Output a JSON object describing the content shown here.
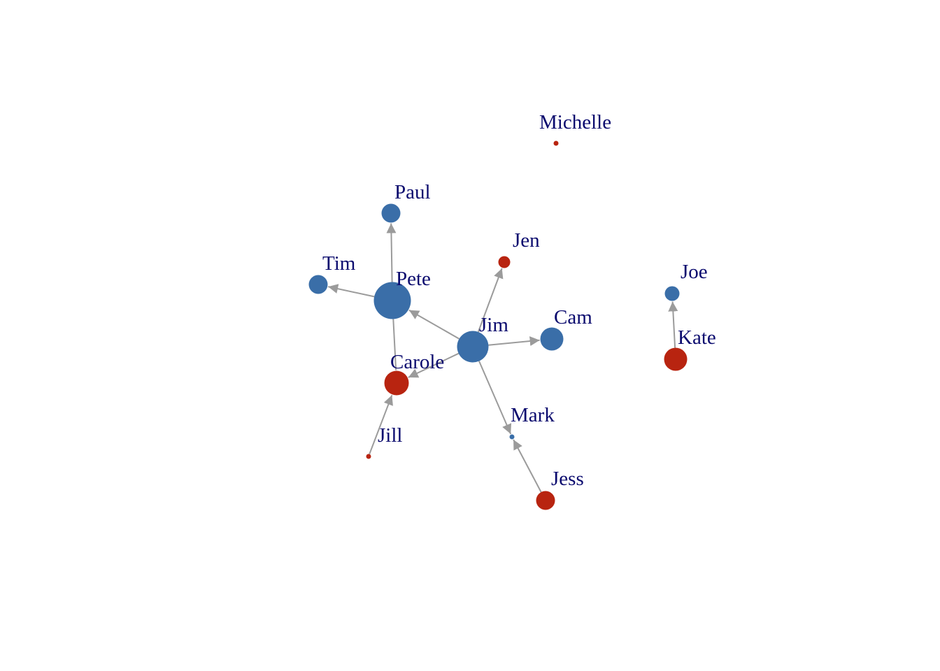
{
  "colors": {
    "male": "#3a6ea8",
    "female": "#b82410",
    "edge": "#9b9b9b",
    "label": "#0a0a6e",
    "background": "#ffffff"
  },
  "node_groups": [
    "male",
    "female"
  ],
  "nodes": [
    {
      "id": "michelle",
      "label": "Michelle",
      "group": "female"
    },
    {
      "id": "paul",
      "label": "Paul",
      "group": "male"
    },
    {
      "id": "jen",
      "label": "Jen",
      "group": "female"
    },
    {
      "id": "tim",
      "label": "Tim",
      "group": "male"
    },
    {
      "id": "pete",
      "label": "Pete",
      "group": "male"
    },
    {
      "id": "joe",
      "label": "Joe",
      "group": "male"
    },
    {
      "id": "jim",
      "label": "Jim",
      "group": "male"
    },
    {
      "id": "cam",
      "label": "Cam",
      "group": "male"
    },
    {
      "id": "kate",
      "label": "Kate",
      "group": "female"
    },
    {
      "id": "carole",
      "label": "Carole",
      "group": "female"
    },
    {
      "id": "mark",
      "label": "Mark",
      "group": "male"
    },
    {
      "id": "jill",
      "label": "Jill",
      "group": "female"
    },
    {
      "id": "jess",
      "label": "Jess",
      "group": "female"
    }
  ],
  "edges": [
    {
      "from": "pete",
      "to": "paul",
      "directed": true
    },
    {
      "from": "pete",
      "to": "tim",
      "directed": true
    },
    {
      "from": "pete",
      "to": "carole",
      "directed": false
    },
    {
      "from": "jim",
      "to": "pete",
      "directed": true
    },
    {
      "from": "jim",
      "to": "jen",
      "directed": true
    },
    {
      "from": "jim",
      "to": "cam",
      "directed": true
    },
    {
      "from": "jim",
      "to": "carole",
      "directed": true
    },
    {
      "from": "jim",
      "to": "mark",
      "directed": true
    },
    {
      "from": "jill",
      "to": "carole",
      "directed": true
    },
    {
      "from": "jess",
      "to": "mark",
      "directed": true
    },
    {
      "from": "kate",
      "to": "joe",
      "directed": true
    }
  ]
}
